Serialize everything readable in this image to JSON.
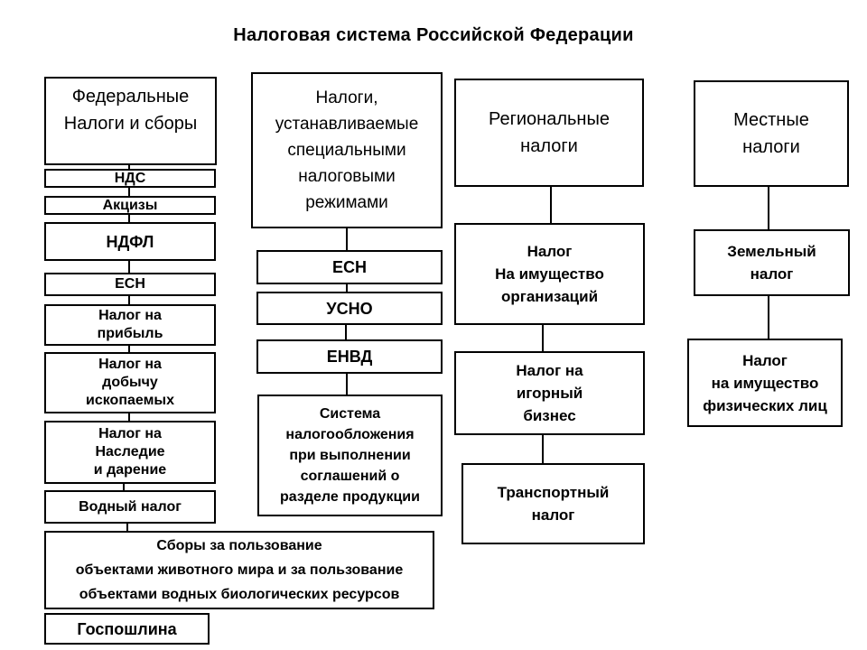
{
  "title": "Налоговая система Российской Федерации",
  "colors": {
    "background": "#ffffff",
    "border": "#000000",
    "text": "#000000"
  },
  "columns": [
    {
      "id": "federal",
      "header": "Федеральные\nНалоги и сборы",
      "items": [
        {
          "text": "НДС"
        },
        {
          "text": "Акцизы"
        },
        {
          "text": "НДФЛ"
        },
        {
          "text": "ЕСН"
        },
        {
          "text": "Налог на\nприбыль"
        },
        {
          "text": "Налог на\nдобычу\nископаемых"
        },
        {
          "text": "Налог на\nНаследие\nи дарение"
        },
        {
          "text": "Водный налог"
        },
        {
          "text": "Сборы за пользование\nобъектами животного мира и за пользование\nобъектами водных  биологических ресурсов"
        },
        {
          "text": "Госпошлина"
        }
      ]
    },
    {
      "id": "special-regimes",
      "header": "Налоги,\nустанавливаемые\nспециальными\nналоговыми\nрежимами",
      "items": [
        {
          "text": "ЕСН"
        },
        {
          "text": "УСНО"
        },
        {
          "text": "ЕНВД"
        },
        {
          "text": "Система\nналогообложения\nпри выполнении\nсоглашений о\nразделе продукции"
        }
      ]
    },
    {
      "id": "regional",
      "header": "Региональные\nналоги",
      "items": [
        {
          "text": "Налог\nНа имущество\nорганизаций"
        },
        {
          "text": "Налог  на\nигорный\nбизнес"
        },
        {
          "text": "Транспортный\nналог"
        }
      ]
    },
    {
      "id": "local",
      "header": "Местные\nналоги",
      "items": [
        {
          "text": "Земельный\nналог"
        },
        {
          "text": "Налог\nна имущество\nфизических лиц"
        }
      ]
    }
  ]
}
